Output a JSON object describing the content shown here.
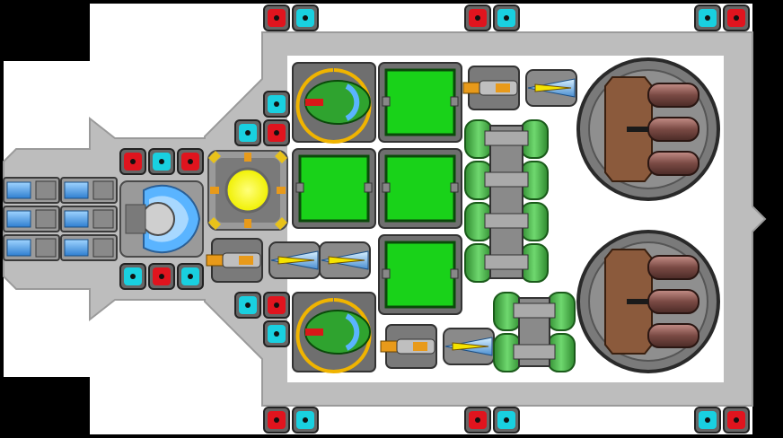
{
  "scene": {
    "view": "ship-editor-grid",
    "palette": {
      "background": "#000000",
      "floor": "#ffffff",
      "hull": "#bdbdbd",
      "hull_dark": "#8a8a8a",
      "plate": "#6f6f6f",
      "plate_light": "#9b9b9b",
      "green_panel": "#19d219",
      "green_dark": "#0a7a0a",
      "cyan_light": "#19d0e0",
      "red_light": "#e0141e",
      "reactor_yellow": "#fbff1e",
      "orange": "#e89a1a",
      "brown": "#8b5a3c",
      "blue_accent": "#5ab4ff",
      "tank_green": "#4ab04a"
    }
  },
  "modules": {
    "thrusters": [
      {
        "kind": "thruster",
        "state": "idle"
      },
      {
        "kind": "thruster",
        "state": "idle"
      },
      {
        "kind": "thruster",
        "state": "idle"
      },
      {
        "kind": "thruster",
        "state": "idle"
      },
      {
        "kind": "thruster",
        "state": "idle"
      },
      {
        "kind": "thruster",
        "state": "idle"
      }
    ],
    "cockpit": {
      "kind": "command-module"
    },
    "reactor": {
      "kind": "reactor",
      "color": "#fbff1e"
    },
    "cargo_panels": [
      {
        "kind": "armor-panel"
      },
      {
        "kind": "armor-panel"
      },
      {
        "kind": "armor-panel"
      },
      {
        "kind": "armor-panel"
      },
      {
        "kind": "armor-panel"
      },
      {
        "kind": "armor-panel"
      }
    ],
    "drones": [
      {
        "kind": "green-drone"
      },
      {
        "kind": "green-drone"
      }
    ],
    "turrets": [
      {
        "kind": "heavy-cannon"
      },
      {
        "kind": "heavy-cannon"
      }
    ],
    "fuel_tanks": [
      {
        "kind": "fuel-tank"
      },
      {
        "kind": "fuel-tank"
      }
    ],
    "guns": [
      {
        "kind": "laser-gun"
      },
      {
        "kind": "laser-gun"
      },
      {
        "kind": "laser-gun"
      },
      {
        "kind": "laser-gun"
      }
    ],
    "lights": {
      "top": [
        "red",
        "cyan",
        "red",
        "cyan",
        "cyan",
        "red"
      ],
      "bottom": [
        "red",
        "cyan",
        "red",
        "cyan",
        "cyan",
        "red"
      ]
    }
  }
}
